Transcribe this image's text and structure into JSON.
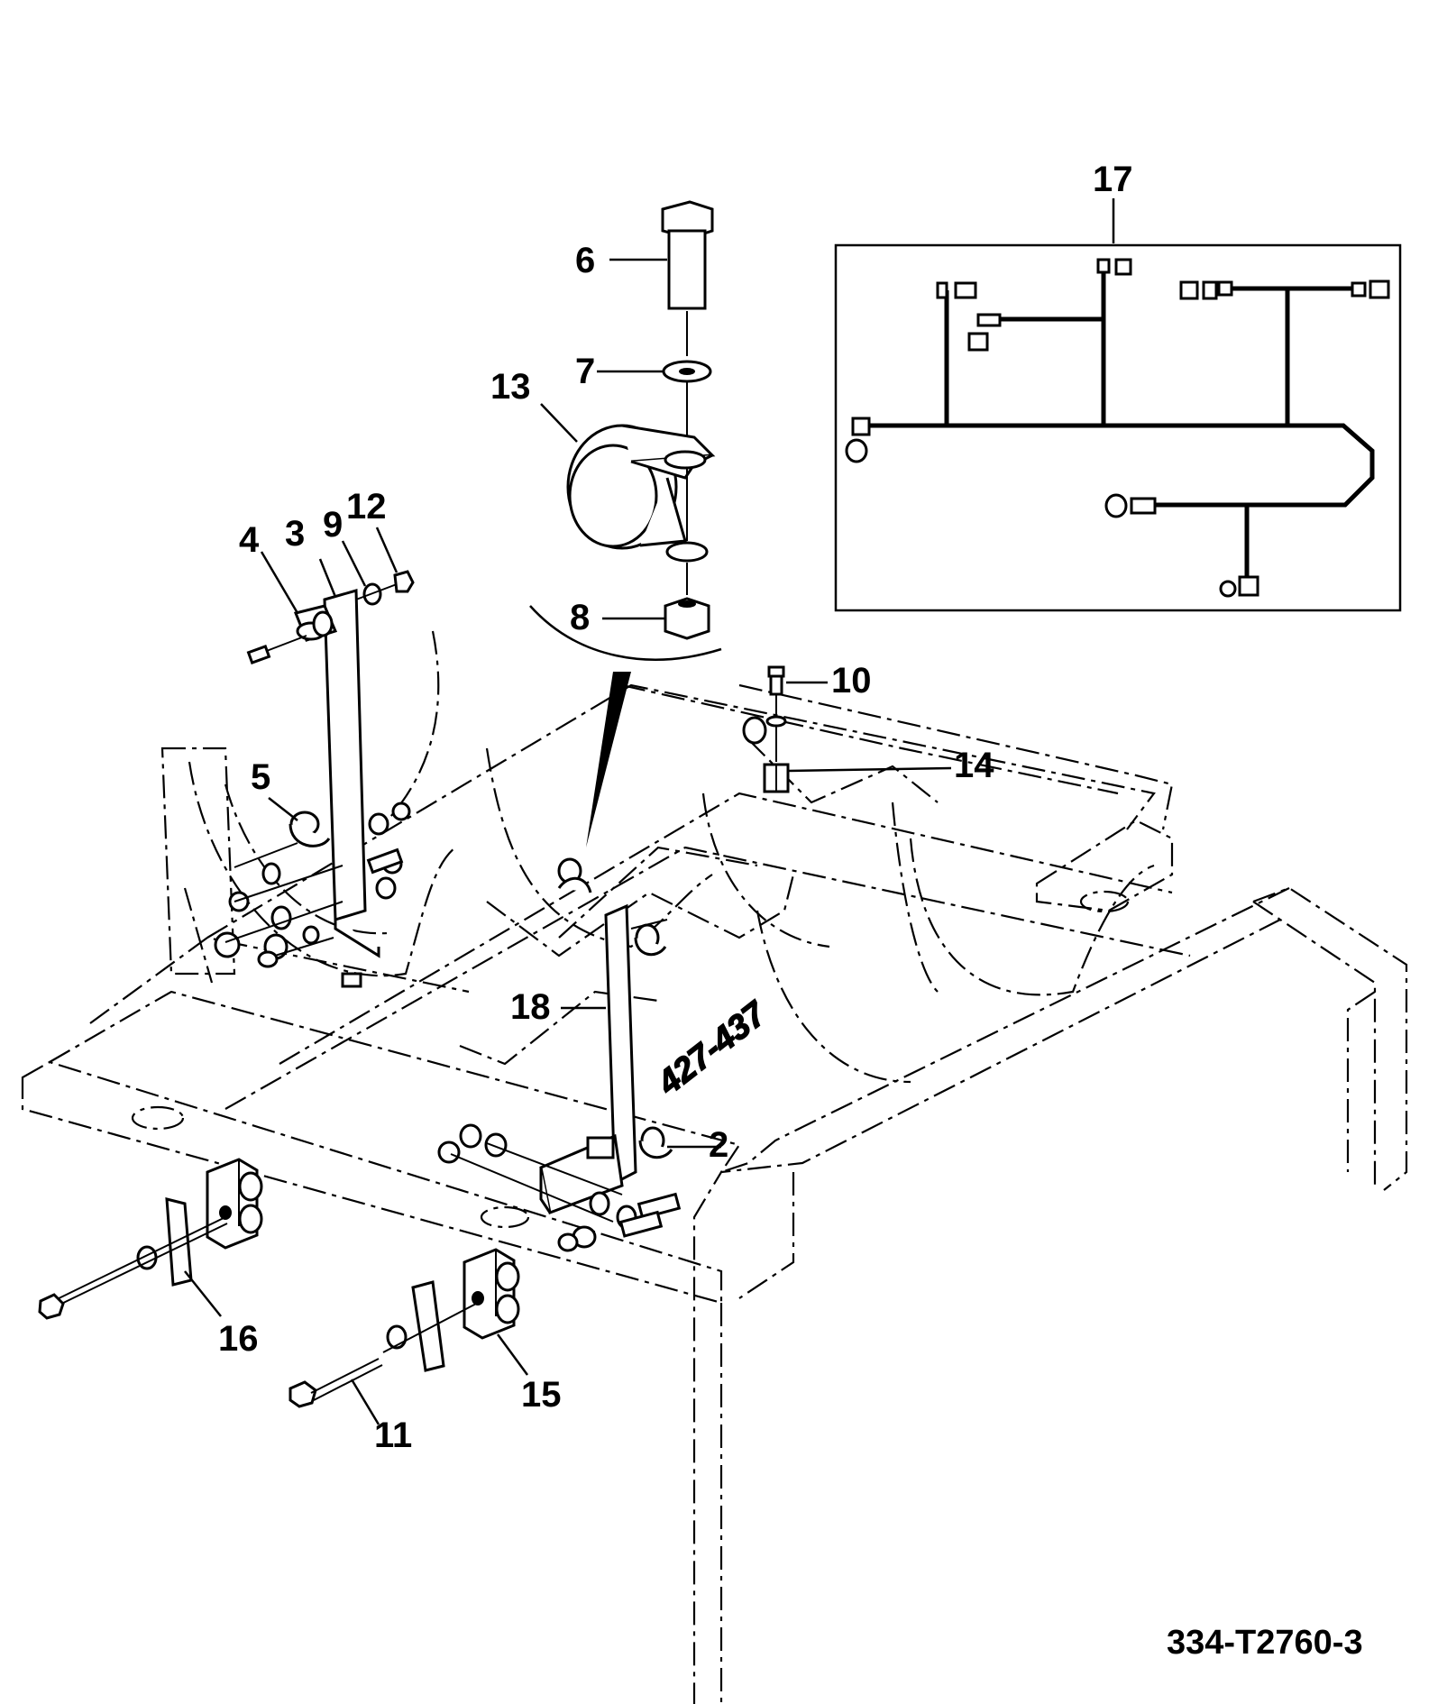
{
  "drawing_number": "334-T2760-3",
  "frame_text": "427-437",
  "callouts": [
    "2",
    "3",
    "4",
    "5",
    "6",
    "7",
    "8",
    "9",
    "10",
    "11",
    "12",
    "13",
    "14",
    "15",
    "16",
    "17",
    "18"
  ]
}
